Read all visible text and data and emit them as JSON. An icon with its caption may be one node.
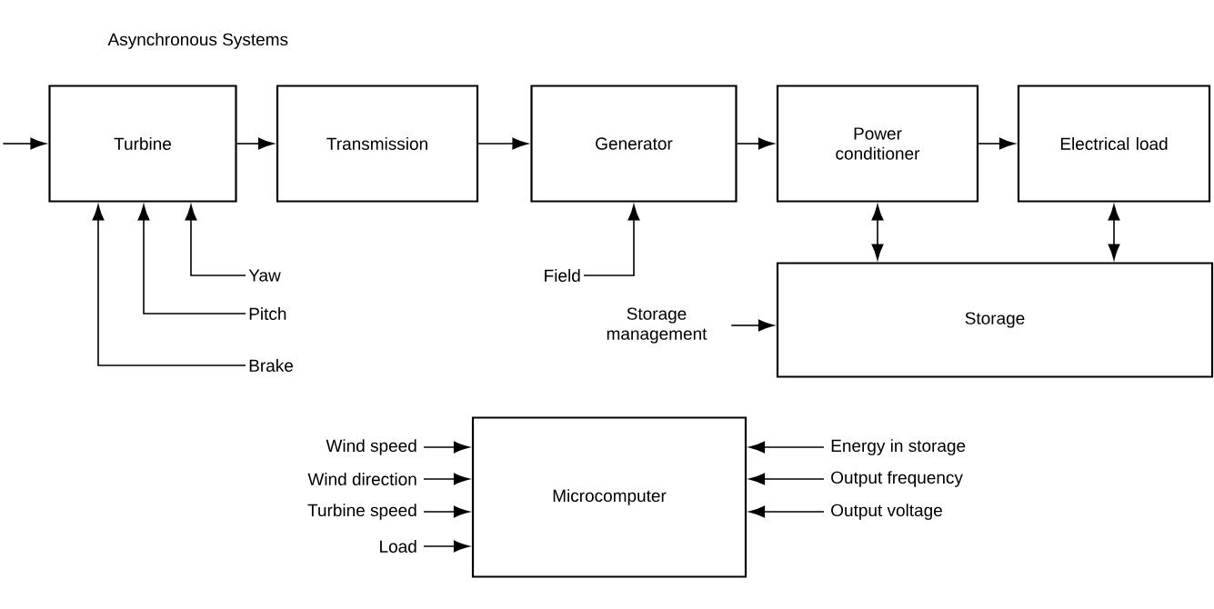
{
  "diagram": {
    "title": "Asynchronous Systems",
    "nodes": [
      {
        "text": [
          "Turbine"
        ]
      },
      {
        "text": [
          "Transmission"
        ]
      },
      {
        "text": [
          "Generator"
        ]
      },
      {
        "text": [
          "Power conditioner"
        ]
      },
      {
        "text": [
          "Electrical load"
        ]
      },
      {
        "text": [
          "Storage"
        ]
      },
      {
        "text": [
          "Microcomputer"
        ]
      },
      {
        "text": [
          "Yaw"
        ]
      },
      {
        "text": [
          "Pitch"
        ]
      },
      {
        "text": [
          "Brake"
        ]
      },
      {
        "text": [
          "Field"
        ]
      },
      {
        "text": [
          "Storage management"
        ]
      },
      {
        "text": [
          "Wind speed"
        ]
      },
      {
        "text": [
          "Wind direction"
        ]
      },
      {
        "text": [
          "Turbine speed"
        ]
      },
      {
        "text": [
          "Load"
        ]
      },
      {
        "text": [
          "Energy in storage"
        ]
      },
      {
        "text": [
          "Output frequency"
        ]
      },
      {
        "text": [
          "Output voltage"
        ]
      }
    ],
    "edges": [
      {
        "from": null,
        "to": 0,
        "arrow": "to"
      },
      {
        "from": 0,
        "to": 1,
        "arrow": "to"
      },
      {
        "from": 1,
        "to": 2,
        "arrow": "to"
      },
      {
        "from": 2,
        "to": 3,
        "arrow": "to"
      },
      {
        "from": 3,
        "to": 4,
        "arrow": "to"
      },
      {
        "from": 3,
        "to": 5,
        "arrow": "both"
      },
      {
        "from": 4,
        "to": 5,
        "arrow": "both"
      },
      {
        "from": 7,
        "to": 0,
        "arrow": "to"
      },
      {
        "from": 8,
        "to": 0,
        "arrow": "to"
      },
      {
        "from": 9,
        "to": 0,
        "arrow": "to"
      },
      {
        "from": 10,
        "to": 2,
        "arrow": "to"
      },
      {
        "from": 11,
        "to": 5,
        "arrow": "to"
      },
      {
        "from": 12,
        "to": 6,
        "arrow": "to"
      },
      {
        "from": 13,
        "to": 6,
        "arrow": "to"
      },
      {
        "from": 14,
        "to": 6,
        "arrow": "to"
      },
      {
        "from": 15,
        "to": 6,
        "arrow": "to"
      },
      {
        "from": 16,
        "to": 6,
        "arrow": "to"
      },
      {
        "from": 17,
        "to": 6,
        "arrow": "to"
      },
      {
        "from": 18,
        "to": 6,
        "arrow": "to"
      }
    ]
  }
}
